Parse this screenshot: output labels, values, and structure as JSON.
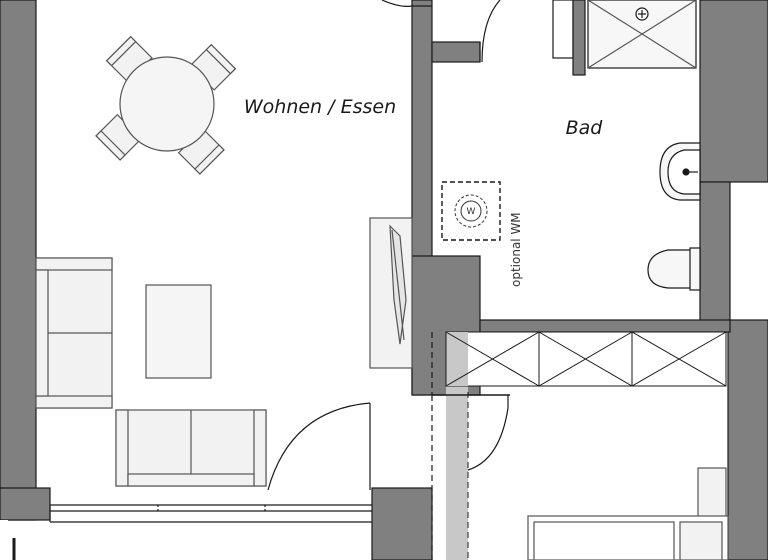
{
  "plan": {
    "rooms": {
      "wohnen_essen": "Wohnen / Essen",
      "bad": "Bad"
    },
    "annotations": {
      "washing_machine": "optional WM",
      "washing_machine_symbol": "W"
    },
    "colors": {
      "wall": "#808080",
      "wall_outline": "#1a1a1a",
      "furniture_fill": "#f2f2f2",
      "furniture_stroke": "#555555",
      "corridor_shade": "#c8c8c8"
    }
  }
}
